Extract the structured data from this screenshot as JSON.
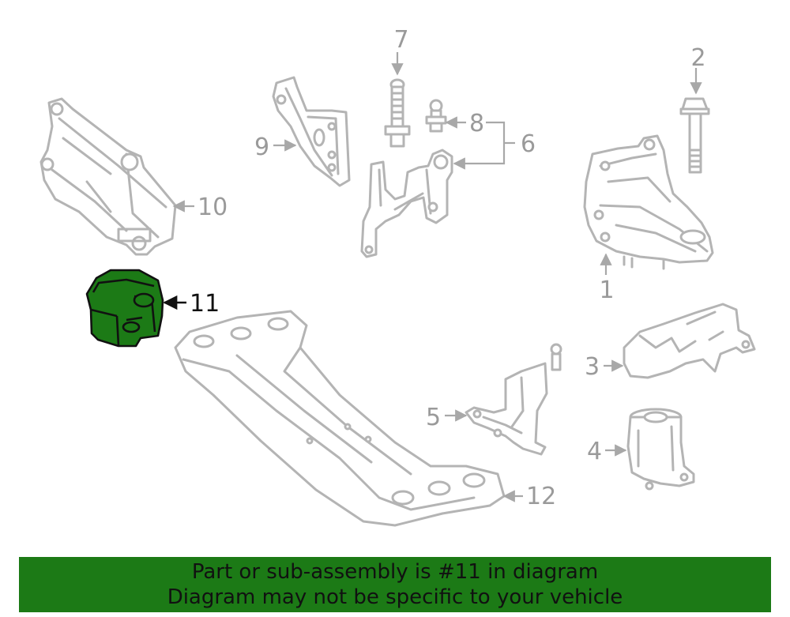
{
  "callouts": {
    "c1": "1",
    "c2": "2",
    "c3": "3",
    "c4": "4",
    "c5": "5",
    "c6": "6",
    "c7": "7",
    "c8": "8",
    "c9": "9",
    "c10": "10",
    "c11": "11",
    "c12": "12"
  },
  "highlight": {
    "part": "11",
    "color": "#1c7a16"
  },
  "banner": {
    "line1": "Part or sub-assembly is #11 in diagram",
    "line2": "Diagram may not be specific to your vehicle",
    "background": "#1c7a16"
  }
}
